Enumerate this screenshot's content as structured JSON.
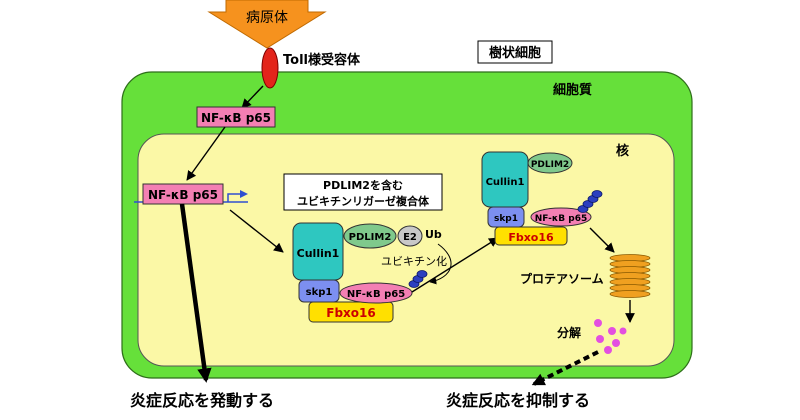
{
  "labels": {
    "pathogen": "病原体",
    "tlr": "Toll様受容体",
    "dendritic_cell": "樹状細胞",
    "cytoplasm": "細胞質",
    "nucleus": "核",
    "nfkb_cyto": "NF-κB p65",
    "nfkb_gene": "NF-κB p65",
    "complex_title_1": "PDLIM2を含む",
    "complex_title_2": "ユビキチンリガーゼ複合体",
    "cullin1_a": "Cullin1",
    "pdlim2_a": "PDLIM2",
    "e2": "E2",
    "ub": "Ub",
    "ubiquitination": "ユビキチン化",
    "skp1_a": "skp1",
    "nfkb_a": "NF-κB p65",
    "fbxo16_a": "Fbxo16",
    "cullin1_b": "Cullin1",
    "pdlim2_b": "PDLIM2",
    "skp1_b": "skp1",
    "nfkb_b": "NF-κB p65",
    "fbxo16_b": "Fbxo16",
    "proteasome": "プロテアソーム",
    "degradation": "分解",
    "inflammation_on": "炎症反応を発動する",
    "inflammation_off": "炎症反応を抑制する"
  },
  "colors": {
    "cell_fill": "#66e03a",
    "nucleus_fill": "#fbf8a6",
    "pink": "#f37fb3",
    "cullin": "#2ec7c0",
    "pdlim2": "#7fc98c",
    "skp1": "#7c8ff0",
    "fbxo16": "#ffe000",
    "fbxo16_text": "#cc0000",
    "ub_chain": "#2b3fbf",
    "proteasome": "#f0a020",
    "degradation_dots": "#e34fe0",
    "pathogen_arrow": "#f6921e",
    "tlr": "#e3241b"
  }
}
